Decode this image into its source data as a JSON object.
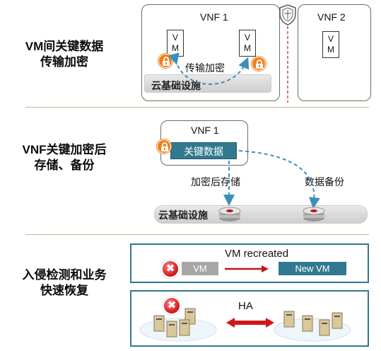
{
  "sections": [
    {
      "title_line1": "VM间关键数据",
      "title_line2": "传输加密"
    },
    {
      "title_line1": "VNF关键加密后",
      "title_line2": "存储、备份"
    },
    {
      "title_line1": "入侵检测和业务",
      "title_line2": "快速恢复"
    }
  ],
  "section1": {
    "vnf1_label": "VNF 1",
    "vnf2_label": "VNF 2",
    "vm_text": "V\nM",
    "vm_v": "V",
    "vm_m": "M",
    "transfer_label": "传输加密",
    "infra_label": "云基础设施"
  },
  "section2": {
    "vnf_label": "VNF 1",
    "key_data_label": "关键数据",
    "store_label": "加密后存储",
    "backup_label": "数据备份",
    "infra_label": "云基础设施"
  },
  "section3": {
    "recreated_label": "VM recreated",
    "old_vm_label": "VM",
    "new_vm_label": "New VM",
    "ha_label": "HA",
    "error_mark": "✖"
  },
  "colors": {
    "teal": "#31798e",
    "orange": "#f07e1a",
    "red": "#d82020",
    "dash_blue": "#3a8fbd"
  },
  "icons": [
    "firewall-shield-icon",
    "lock-icon",
    "database-disk-icon",
    "server-icon",
    "error-icon",
    "arrow-icon"
  ]
}
